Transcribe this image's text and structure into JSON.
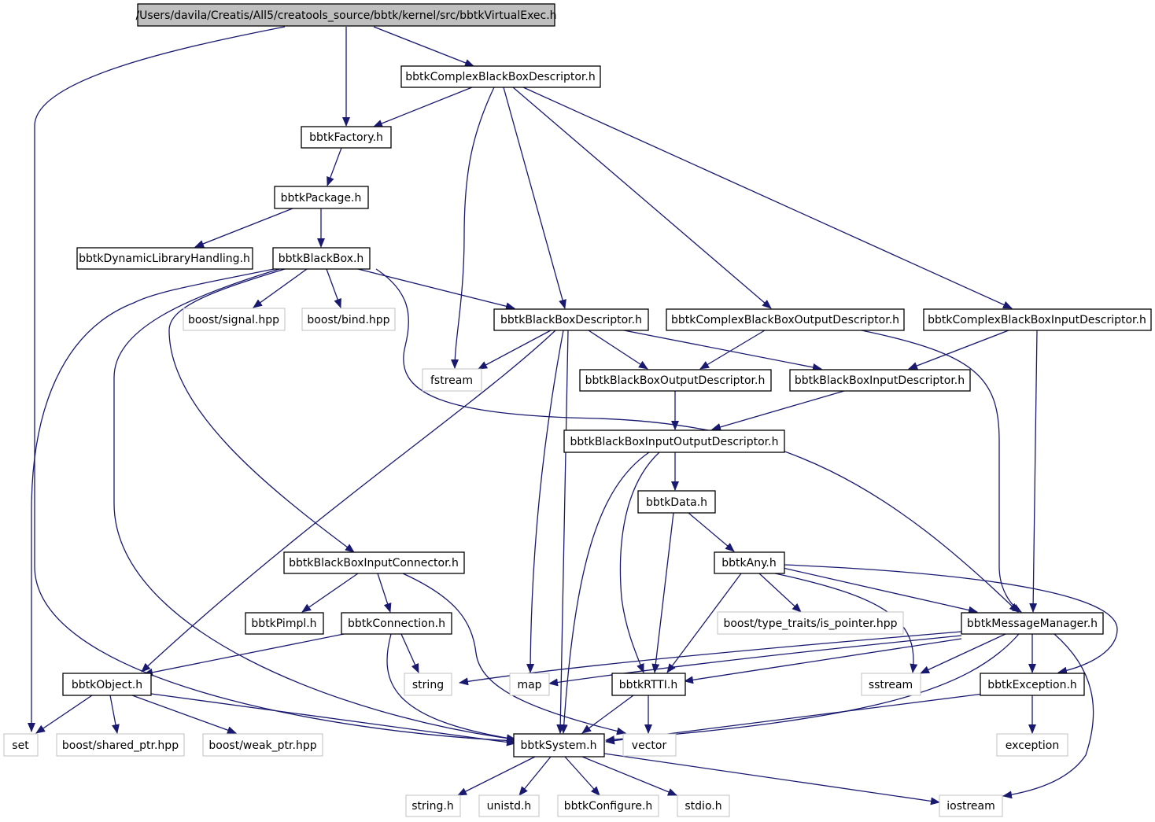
{
  "colors": {
    "edge": "#191970",
    "root_fill": "#bfbfbf",
    "node_border": "#000000",
    "external_border": "#c0c0c0",
    "background": "#ffffff"
  },
  "nodes": {
    "root": "/Users/davila/Creatis/All5/creatools_source/bbtk/kernel/src/bbtkVirtualExec.h",
    "complexDesc": "bbtkComplexBlackBoxDescriptor.h",
    "factory": "bbtkFactory.h",
    "package": "bbtkPackage.h",
    "dynLib": "bbtkDynamicLibraryHandling.h",
    "blackBox": "bbtkBlackBox.h",
    "boostSignal": "boost/signal.hpp",
    "boostBind": "boost/bind.hpp",
    "bbDesc": "bbtkBlackBoxDescriptor.h",
    "complexOutDesc": "bbtkComplexBlackBoxOutputDescriptor.h",
    "complexInDesc": "bbtkComplexBlackBoxInputDescriptor.h",
    "fstream": "fstream",
    "bbOutDesc": "bbtkBlackBoxOutputDescriptor.h",
    "bbInDesc": "bbtkBlackBoxInputDescriptor.h",
    "bbIODesc": "bbtkBlackBoxInputOutputDescriptor.h",
    "data": "bbtkData.h",
    "any": "bbtkAny.h",
    "inputConnector": "bbtkBlackBoxInputConnector.h",
    "pimpl": "bbtkPimpl.h",
    "connection": "bbtkConnection.h",
    "isPointer": "boost/type_traits/is_pointer.hpp",
    "msgManager": "bbtkMessageManager.h",
    "object": "bbtkObject.h",
    "string": "string",
    "map": "map",
    "rtti": "bbtkRTTI.h",
    "sstream": "sstream",
    "exception": "bbtkException.h",
    "set": "set",
    "sharedPtr": "boost/shared_ptr.hpp",
    "weakPtr": "boost/weak_ptr.hpp",
    "system": "bbtkSystem.h",
    "vector": "vector",
    "stdException": "exception",
    "stringH": "string.h",
    "unistd": "unistd.h",
    "configure": "bbtkConfigure.h",
    "stdio": "stdio.h",
    "iostream": "iostream"
  }
}
